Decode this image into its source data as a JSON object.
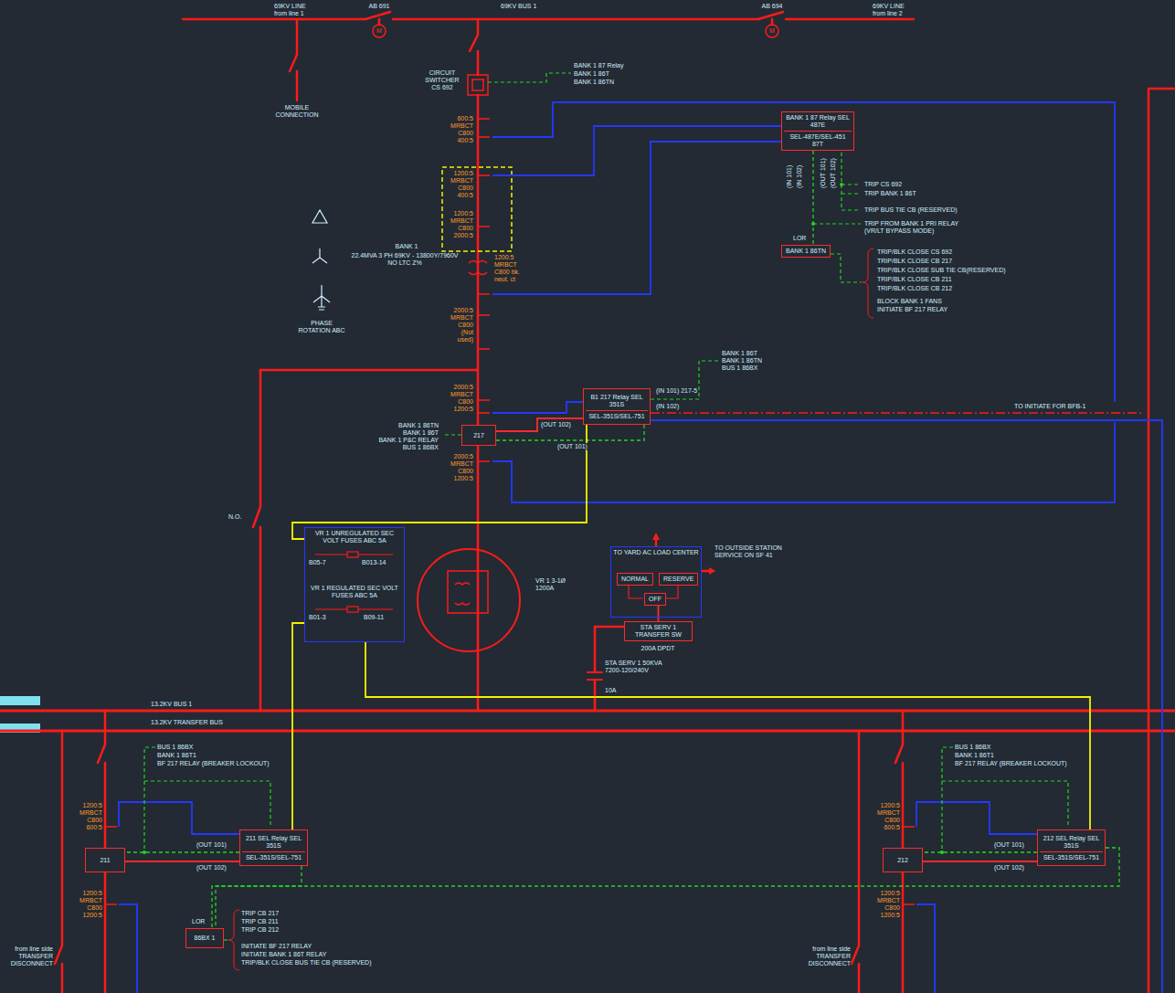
{
  "diagram": {
    "nodes": [
      {
        "text": [
          "BANK 1 87 Relay SEL 487E",
          "SEL-487E/SEL-451 87T"
        ]
      },
      {
        "text": [
          "BANK 1 86TN"
        ]
      },
      {
        "text": [
          "B1 217 Relay SEL 351S",
          "SEL-351S/SEL-751"
        ]
      },
      {
        "text": [
          "217"
        ]
      },
      {
        "text": [
          "VR 1 UNREGULATED SEC VOLT FUSES ABC 5A",
          "VR 1 REGULATED SEC VOLT FUSES ABC 5A"
        ]
      },
      {
        "text": [
          "TO YARD AC LOAD CENTER"
        ]
      },
      {
        "text": [
          "NORMAL"
        ],
        "in": 5
      },
      {
        "text": [
          "RESERVE"
        ],
        "in": 5
      },
      {
        "text": [
          "OFF"
        ],
        "in": 5
      },
      {
        "text": [
          "STA SERV 1 TRANSFER SW"
        ]
      },
      {
        "text": [
          "211"
        ]
      },
      {
        "text": [
          "211 SEL Relay SEL 351S",
          "SEL-351S/SEL-751"
        ]
      },
      {
        "text": [
          "212"
        ]
      },
      {
        "text": [
          "212 SEL Relay SEL 351S",
          "SEL-351S/SEL-751"
        ]
      },
      {
        "text": [
          "86BX 1"
        ]
      }
    ],
    "edges": [
      {
        "from": 0,
        "to": 1,
        "arrow": "none"
      },
      {
        "from": 2,
        "to": 3,
        "label": "(OUT 102)",
        "arrow": "none"
      },
      {
        "from": 3,
        "to": 2,
        "label": "(OUT 101)",
        "arrow": "none"
      },
      {
        "from": 4,
        "to": 2,
        "arrow": "none"
      },
      {
        "from": 4,
        "to": 11,
        "arrow": "none"
      },
      {
        "from": 4,
        "to": 13,
        "arrow": "none"
      },
      {
        "from": 11,
        "to": 10,
        "label": "(OUT 101)",
        "arrow": "none"
      },
      {
        "from": 11,
        "to": 10,
        "label": "(OUT 102)",
        "arrow": "none"
      },
      {
        "from": 13,
        "to": 12,
        "label": "(OUT 101)",
        "arrow": "none"
      },
      {
        "from": 13,
        "to": 12,
        "label": "(OUT 102)",
        "arrow": "none"
      },
      {
        "from": 11,
        "to": 14,
        "arrow": "none"
      },
      {
        "from": 13,
        "to": 14,
        "arrow": "none"
      },
      {
        "from": 8,
        "to": 9,
        "arrow": "none"
      }
    ],
    "labels": [
      "69KV LINE from line 1",
      "AB 691",
      "M",
      "69KV BUS 1",
      "AB 694",
      "M",
      "69KV LINE from line 2",
      "MOBILE CONNECTION",
      "CIRCUIT SWITCHER CS 692",
      "BANK 1 87 Relay",
      "BANK 1 86T",
      "BANK 1 86TN",
      "600:5 MRBCT C800 400:5",
      "1200:5 MRBCT C800 400:5",
      "1200:5 MRBCT C800 2000:5",
      "BANK 1",
      "22.4MVA 3 PH 69KV - 13800Y/7960V NO LTC Z%",
      "1200:5 MRBCT C800 bk. neut. ct",
      "2000:5 MRBCT C800 (Not used)",
      "PHASE ROTATION ABC",
      "N.O.",
      "2000:5 MRBCT C800 1200:5",
      "BANK 1 86TN",
      "BANK 1 86T",
      "BANK 1 P&C RELAY",
      "BUS 1 86BX",
      "2000:5 MRBCT C800 1200:5",
      "BANK 1 86T",
      "BANK 1 86TN",
      "BUS 1 86BX",
      "(IN 101) 217-5",
      "(IN 102)",
      "TO INITIATE FOR BFB-1",
      "TRIP CS 692",
      "TRIP BANK 1 86T",
      "TRIP BUS TIE CB (RESERVED)",
      "TRIP FROM BANK 1 PRI RELAY (VR/LT BYPASS MODE)",
      "LOR",
      "TRIP/BLK CLOSE CS 692",
      "TRIP/BLK CLOSE CB 217",
      "TRIP/BLK CLOSE SUB TIE CB(RESERVED)",
      "TRIP/BLK CLOSE CB 211",
      "TRIP/BLK CLOSE CB 212",
      "BLOCK BANK 1 FANS",
      "INITIATE BF 217 RELAY",
      "(IN 101)",
      "(IN 102)",
      "(OUT 101)",
      "(OUT 102)",
      "VR 1 3-1Ø 1200A",
      "B05-7",
      "B013-14",
      "B01-3",
      "B09-11",
      "TO OUTSIDE STATION SERVICE ON SF 41",
      "200A DPDT",
      "STA SERV 1 50KVA 7200-120/240V",
      "10A",
      "13.2KV BUS 1",
      "13.2KV TRANSFER BUS",
      "BUS 1 86BX",
      "BANK 1 86T1",
      "BF 217 RELAY (BREAKER LOCKOUT)",
      "1200:5 MRBCT C800 600:5",
      "1200:5 MRBCT C800 1200:5",
      "from line side TRANSFER DISCONNECT",
      "LOR",
      "TRIP CB 217",
      "TRIP CB 211",
      "TRIP CB 212",
      "INITIATE BF 217 RELAY",
      "INITIATE BANK 1 86T RELAY",
      "TRIP/BLK CLOSE BUS TIE CB (RESERVED)",
      "BUS 1 86BX",
      "BANK 1 86T1",
      "BF 217 RELAY (BREAKER LOCKOUT)",
      "1200:5 MRBCT C800 600:5",
      "1200:5 MRBCT C800 1200:5",
      "from line side TRANSFER DISCONNECT"
    ]
  }
}
